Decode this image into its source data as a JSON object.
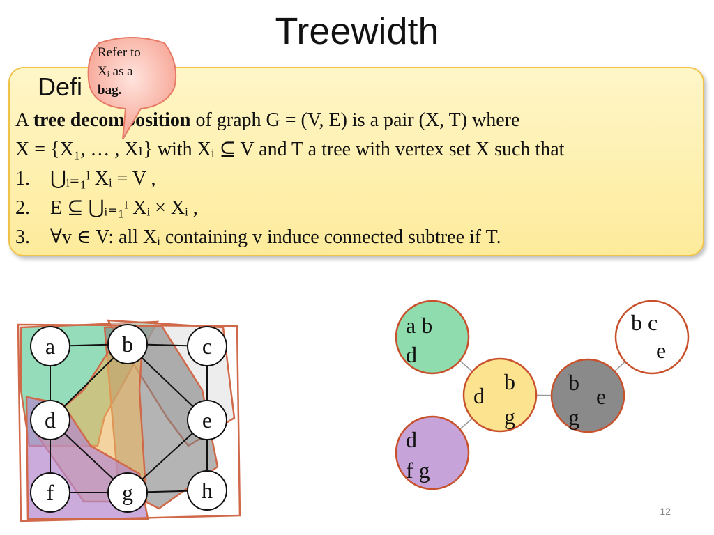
{
  "title": "Treewidth",
  "definition": {
    "heading": "Defi",
    "lines": [
      {
        "pre": "A ",
        "bold": "tree decomposition",
        "post": " of graph G = (V, E) is a pair (X, T) where"
      },
      {
        "text": "X = {X₁, … , Xₗ} with Xᵢ ⊆ V and T a tree with vertex set X such that"
      },
      {
        "num": "1.",
        "text": "⋃ᵢ₌₁ˡ Xᵢ = V ,"
      },
      {
        "num": "2.",
        "text": "E ⊆ ⋃ᵢ₌₁ˡ Xᵢ × Xᵢ ,"
      },
      {
        "num": "3.",
        "text": "∀v ∈ V: all Xᵢ containing v induce connected subtree if T."
      }
    ]
  },
  "callout": {
    "line1": "Refer to",
    "line2": "Xᵢ as a",
    "line3": "bag."
  },
  "graph": {
    "nodes": [
      "a",
      "b",
      "c",
      "d",
      "e",
      "f",
      "g",
      "h"
    ],
    "edges": [
      [
        "a",
        "b"
      ],
      [
        "b",
        "c"
      ],
      [
        "a",
        "d"
      ],
      [
        "b",
        "d"
      ],
      [
        "b",
        "e"
      ],
      [
        "c",
        "e"
      ],
      [
        "d",
        "g"
      ],
      [
        "e",
        "g"
      ],
      [
        "d",
        "f"
      ],
      [
        "f",
        "g"
      ],
      [
        "g",
        "h"
      ],
      [
        "e",
        "h"
      ]
    ]
  },
  "tree": {
    "bags": [
      {
        "id": "abd",
        "lines": [
          "a b",
          "d"
        ],
        "color": "#8fdcae"
      },
      {
        "id": "bdg",
        "lines": [
          "b",
          "d",
          "g"
        ],
        "color": "#fbe38f"
      },
      {
        "id": "bge",
        "lines": [
          "b",
          "e",
          "g"
        ],
        "color": "#8a8a8a"
      },
      {
        "id": "bce",
        "lines": [
          "b c",
          "e"
        ],
        "color": "#ffffff"
      },
      {
        "id": "dfg",
        "lines": [
          "d",
          "f g"
        ],
        "color": "#c6a3d8"
      }
    ],
    "edges": [
      [
        "abd",
        "bdg"
      ],
      [
        "bdg",
        "bge"
      ],
      [
        "bge",
        "bce"
      ],
      [
        "dfg",
        "bdg"
      ]
    ],
    "accent": "#c8502a"
  },
  "page_number": "12"
}
